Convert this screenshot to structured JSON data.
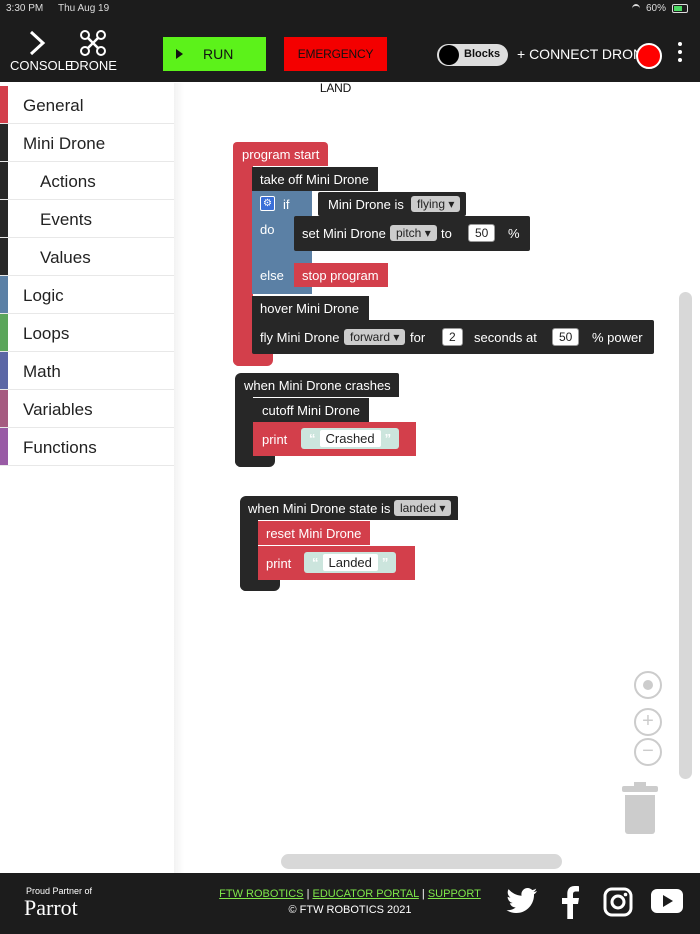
{
  "status_bar": {
    "time": "3:30 PM",
    "date": "Thu Aug 19",
    "battery": "60%"
  },
  "topbar": {
    "console_label": "CONSOLE",
    "drone_label": "DRONE",
    "run_label": "RUN",
    "emergency_label": "EMERGENCY LAND",
    "toggle_label": "Blocks",
    "connect_label": "+ CONNECT DRONE"
  },
  "sidebar": {
    "items": [
      {
        "label": "General",
        "color": "#d33f4b"
      },
      {
        "label": "Mini Drone",
        "color": "#272727"
      },
      {
        "label": "Actions",
        "color": "#272727"
      },
      {
        "label": "Events",
        "color": "#272727"
      },
      {
        "label": "Values",
        "color": "#272727"
      },
      {
        "label": "Logic",
        "color": "#5b80a5"
      },
      {
        "label": "Loops",
        "color": "#5ba55b"
      },
      {
        "label": "Math",
        "color": "#5b67a5"
      },
      {
        "label": "Variables",
        "color": "#a55b80"
      },
      {
        "label": "Functions",
        "color": "#995ba5"
      }
    ]
  },
  "blocks": {
    "program_start": "program start",
    "take_off": "take off Mini Drone",
    "if": "if",
    "do": "do",
    "else": "else",
    "mini_drone_is": "Mini Drone is",
    "flying": "flying",
    "set_mini_drone": "set Mini Drone",
    "pitch": "pitch",
    "to": "to",
    "pitch_value": "50",
    "percent": "%",
    "stop_program": "stop program",
    "hover": "hover Mini Drone",
    "fly": "fly Mini Drone",
    "forward": "forward",
    "for": "for",
    "seconds_value": "2",
    "seconds_at": "seconds at",
    "power_value": "50",
    "percent_power": "% power",
    "when_crashes": "when Mini Drone crashes",
    "cutoff": "cutoff Mini Drone",
    "print1": "print",
    "crashed": "Crashed",
    "when_state": "when Mini Drone state is",
    "landed_opt": "landed",
    "reset": "reset Mini Drone",
    "print2": "print",
    "landed_str": "Landed"
  },
  "footer": {
    "partner_label": "Proud Partner of",
    "parrot": "Parrot",
    "link1": "FTW ROBOTICS",
    "sep1": "|",
    "link2": "EDUCATOR PORTAL",
    "sep2": "|",
    "link3": "SUPPORT",
    "copyright": "© FTW ROBOTICS 2021"
  },
  "colors": {
    "accent_run": "#5cf21a",
    "accent_emergency": "#f40000",
    "block_red": "#d33f4b",
    "block_dark": "#272727",
    "block_blue": "#5b80a5"
  }
}
